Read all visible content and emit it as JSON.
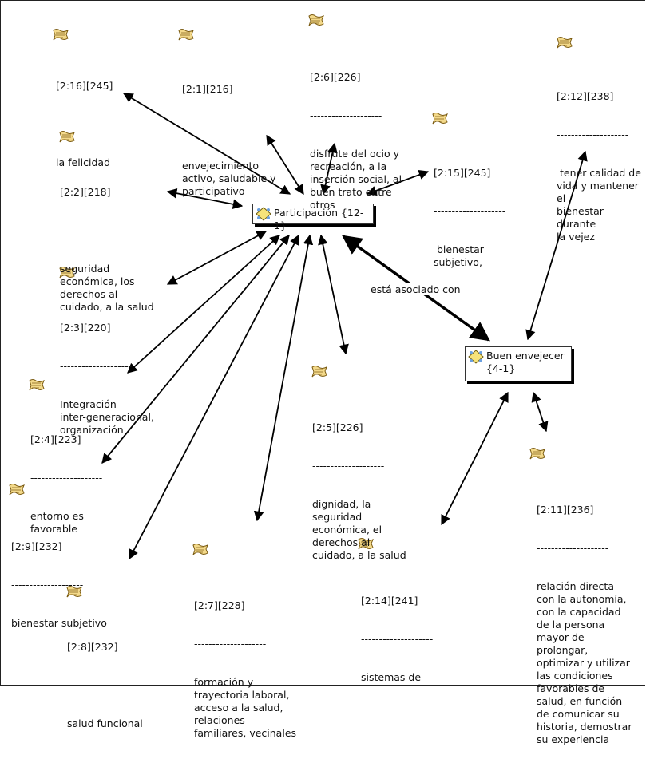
{
  "codes": {
    "participacion": {
      "label": "Participación {12-1}"
    },
    "buen": {
      "label_line1": "Buen envejecer",
      "label_line2": "{4-1}"
    }
  },
  "relation_label": "está asociado con",
  "separator": "--------------------",
  "notes": {
    "n216": {
      "ref": "[2:16][245]",
      "body": "la felicidad"
    },
    "n21": {
      "ref": "[2:1][216]",
      "body": "envejecimiento\nactivo, saludable y\nparticipativo"
    },
    "n26": {
      "ref": "[2:6][226]",
      "body": "disfrute del ocio y\nrecreación, a la\ninserción social, al\nbuen trato entre\notros"
    },
    "n212": {
      "ref": "[2:12][238]",
      "body": " tener calidad de\nvida y mantener el\nbienestar durante\nla vejez"
    },
    "n215": {
      "ref": "[2:15][245]",
      "body": " bienestar\nsubjetivo,"
    },
    "n22": {
      "ref": "[2:2][218]",
      "body": "seguridad\neconómica, los\nderechos al\ncuidado, a la salud"
    },
    "n23": {
      "ref": "[2:3][220]",
      "body": "Integración\ninter-generacional,\norganización"
    },
    "n24": {
      "ref": "[2:4][223]",
      "body": "entorno es\nfavorable"
    },
    "n25": {
      "ref": "[2:5][226]",
      "body": "dignidad, la\nseguridad\neconómica, el\nderechos al\ncuidado, a la salud"
    },
    "n29": {
      "ref": "[2:9][232]",
      "body": "bienestar subjetivo"
    },
    "n28": {
      "ref": "[2:8][232]",
      "body": "salud funcional"
    },
    "n27": {
      "ref": "[2:7][228]",
      "body": "formación y\ntrayectoria laboral,\nacceso a la salud,\nrelaciones\nfamiliares, vecinales"
    },
    "n214": {
      "ref": "[2:14][241]",
      "body": "sistemas de\ncuidado y salud,\nexisten otros\nfactores, como el\nautocuidado, la\nidentidad, la\nautonomía"
    },
    "n211": {
      "ref": "[2:11][236]",
      "body": "relación directa\ncon la autonomía,\ncon la capacidad\nde la persona\nmayor de\nprolongar,\noptimizar y utilizar\nlas condiciones\nfavorables de\nsalud, en función\nde comunicar su\nhistoria, demostrar\nsu experiencia"
    }
  }
}
